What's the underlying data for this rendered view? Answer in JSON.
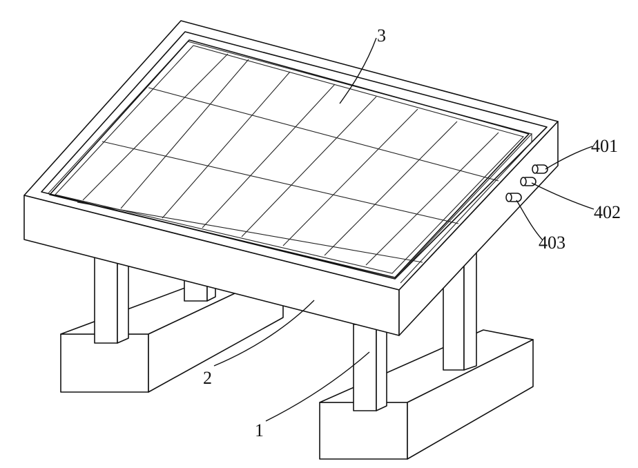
{
  "labels": {
    "post": "1",
    "frame": "2",
    "panel": "3",
    "port_1": "401",
    "port_2": "402",
    "port_3": "403"
  }
}
